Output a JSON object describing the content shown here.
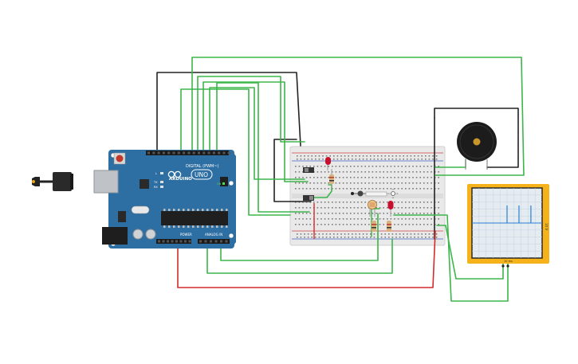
{
  "arduino": {
    "brand": "ARDUINO",
    "model": "UNO",
    "digital_header": "DIGITAL (PWM~)",
    "power_header": "POWER",
    "analog_header": "ANALOG IN",
    "on_label": "ON",
    "tx_label": "TX",
    "rx_label": "RX",
    "l_label": "L"
  },
  "oscilloscope": {
    "side_label": "10 V",
    "bottom_label": "10 ms",
    "pulse_levels": [
      0.75,
      0.75,
      0.75
    ]
  },
  "colors": {
    "board_blue": "#2e6fa3",
    "breadboard": "#e9e9e9",
    "wire_green": "#3db54a",
    "wire_black": "#222222",
    "wire_red": "#d42a2a",
    "scope_frame": "#f5b21b",
    "scope_screen": "#e4ecf2",
    "trace": "#2a7fd4"
  },
  "icons": {
    "led_icon": "led",
    "buzzer_icon": "piezo-buzzer",
    "photoresistor_icon": "photoresistor",
    "slide_switch_icon": "slide-switch",
    "light_icon": "light-sun"
  }
}
